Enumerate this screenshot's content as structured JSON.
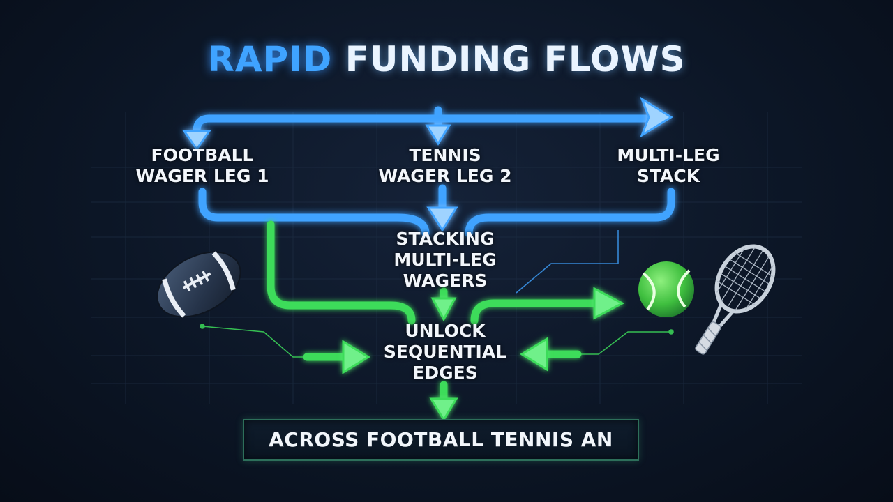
{
  "title": {
    "part1": "RAPID",
    "part2": "FUNDING FLOWS"
  },
  "nodes": {
    "football": "FOOTBALL\nWAGER LEG 1",
    "tennis": "TENNIS\nWAGER LEG 2",
    "multileg": "MULTI-LEG\nSTACK",
    "stacking": "STACKING\nMULTI-LEG\nWAGERS",
    "unlock": "UNLOCK\nSEQUENTIAL\nEDGES"
  },
  "banner": "ACROSS FOOTBALL TENNIS AN",
  "colors": {
    "blue_flow": "#3fa3ff",
    "green_flow": "#3ddc5a",
    "tennis_ball": "#4cc94c",
    "football": "#2b3a4f"
  },
  "icons": [
    "american-football-icon",
    "tennis-ball-icon",
    "tennis-racket-icon"
  ]
}
